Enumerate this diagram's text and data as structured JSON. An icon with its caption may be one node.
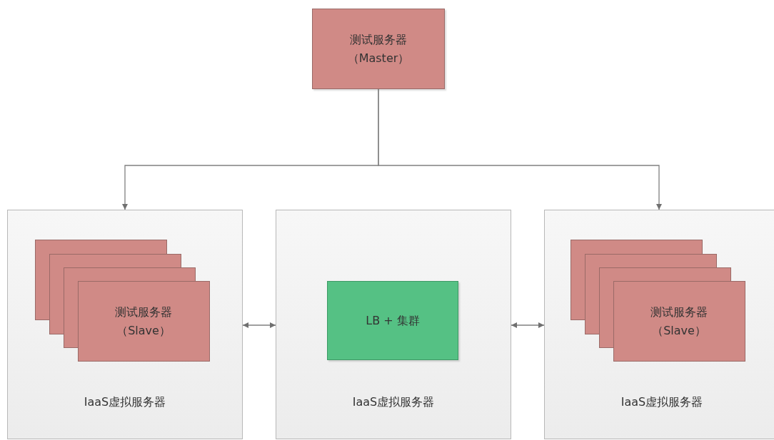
{
  "diagram": {
    "nodes": [
      {
        "text": [
          "测试服务器（Master）"
        ]
      },
      {
        "text": [
          "IaaS虚拟服务器"
        ]
      },
      {
        "text": [
          "测试服务器（Slave）"
        ],
        "in": 1
      },
      {
        "text": [
          "IaaS虚拟服务器"
        ]
      },
      {
        "text": [
          "LB + 集群"
        ],
        "in": 3
      },
      {
        "text": [
          "IaaS虚拟服务器"
        ]
      },
      {
        "text": [
          "测试服务器（Slave）"
        ],
        "in": 5
      }
    ],
    "edges": [
      {
        "from": 0,
        "to": 1,
        "arrow": "to"
      },
      {
        "from": 0,
        "to": 5,
        "arrow": "to"
      },
      {
        "from": 1,
        "to": 3,
        "arrow": "both"
      },
      {
        "from": 3,
        "to": 5,
        "arrow": "both"
      }
    ]
  }
}
